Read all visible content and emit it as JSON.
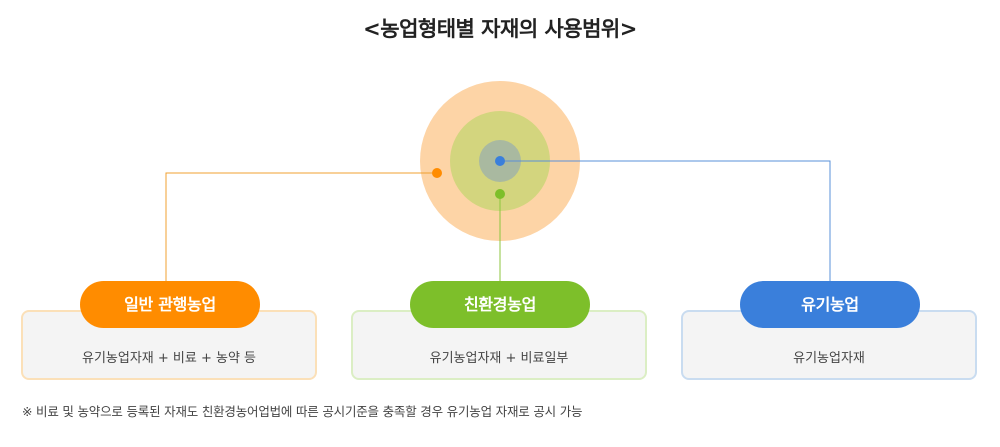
{
  "title": "<농업형태별 자재의 사용범위>",
  "categories": [
    {
      "label": "일반 관행농업",
      "description": "유기농업자재 + 비료 + 농약 등",
      "color": "#ff8c00",
      "border_color": "#fbe0b8"
    },
    {
      "label": "친환경농업",
      "description": "유기농업자재 + 비료일부",
      "color": "#7dbf2a",
      "border_color": "#dbeec4"
    },
    {
      "label": "유기농업",
      "description": "유기농업자재",
      "color": "#3a7fdb",
      "border_color": "#c9dcf0"
    }
  ],
  "circle_colors": {
    "outer": "#fdd4a6",
    "middle": "#d3d57e",
    "inner": "#a9b9a0"
  },
  "note": "※ 비료 및 농약으로 등록된 자재도 친환경농어업법에 따른 공시기준을 충족할 경우 유기농업 자재로 공시 가능"
}
